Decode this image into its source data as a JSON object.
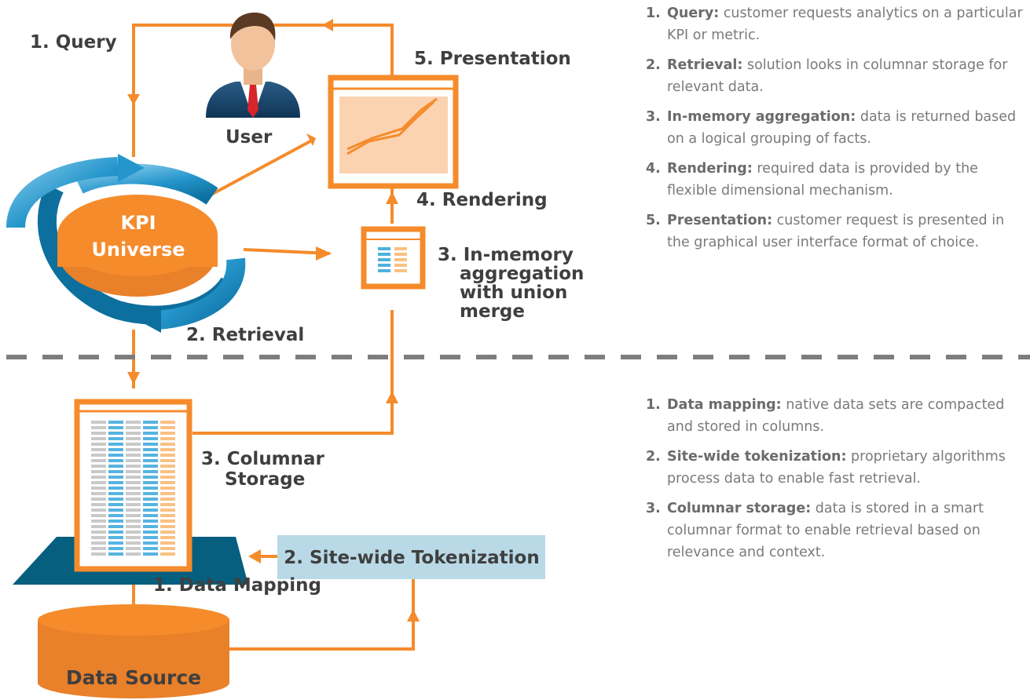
{
  "labels": {
    "query": "1. Query",
    "user": "User",
    "presentation": "5. Presentation",
    "kpi_line1": "KPI",
    "kpi_line2": "Universe",
    "rendering": "4. Rendering",
    "inmemory_lines": [
      "3. In-memory",
      "aggregation",
      "with union",
      "merge"
    ],
    "retrieval": "2. Retrieval",
    "columnar_lines": [
      "3. Columnar",
      "Storage"
    ],
    "tokenization": "2. Site-wide Tokenization",
    "data_mapping": "1. Data Mapping",
    "data_source": "Data Source"
  },
  "upper_steps": [
    {
      "num": "1.",
      "term": "Query:",
      "text": " customer requests analytics on a particular KPI or metric."
    },
    {
      "num": "2.",
      "term": "Retrieval:",
      "text": " solution looks in columnar storage for relevant data."
    },
    {
      "num": "3.",
      "term": "In-memory aggregation:",
      "text": " data is returned based on a logical grouping of facts."
    },
    {
      "num": "4.",
      "term": "Rendering:",
      "text": " required data is provided by the flexible dimensional mechanism."
    },
    {
      "num": "5.",
      "term": "Presentation:",
      "text": " customer request is presented in the graphical user interface format of choice."
    }
  ],
  "lower_steps": [
    {
      "num": "1.",
      "term": "Data mapping:",
      "text": " native data sets are compacted and stored in columns."
    },
    {
      "num": "2.",
      "term": "Site-wide tokenization:",
      "text": " proprietary algorithms process data to enable fast retrieval."
    },
    {
      "num": "3.",
      "term": "Columnar storage:",
      "text": " data is stored in a smart columnar format to enable retrieval based on relevance and context."
    }
  ],
  "colors": {
    "orange": "#f58b2b",
    "blue_ring": "#1e8fc4",
    "dark_teal": "#075f7f",
    "light_blue_box": "#b9d9e6",
    "label_gray": "#3f3f3f",
    "desc_gray": "#7a7a7a"
  },
  "icons": [
    "user-icon",
    "chart-window-icon",
    "table-window-icon",
    "storage-window-icon",
    "database-icon"
  ]
}
